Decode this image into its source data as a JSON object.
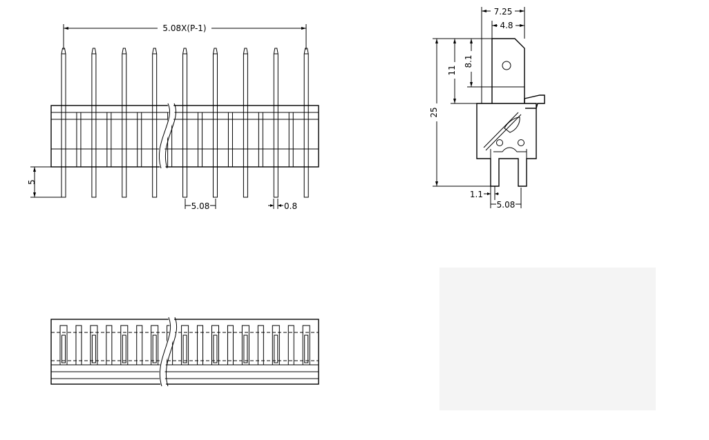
{
  "front_view": {
    "pitch_formula": "5.08X(P-1)",
    "pitch": "5.08",
    "pin_width": "0.8",
    "tail_length": "5",
    "pin_count": 9
  },
  "side_view": {
    "width": "7.25",
    "tab_width": "4.8",
    "total_height": "25",
    "tab_height": "11",
    "tab_hole_height": "8.1",
    "leg_width": "1.1",
    "leg_pitch": "5.08"
  },
  "bottom_view": {
    "slot_count": 9
  },
  "colors": {
    "line": "#000000",
    "background": "#ffffff",
    "faint_box": "#f4f4f4"
  }
}
